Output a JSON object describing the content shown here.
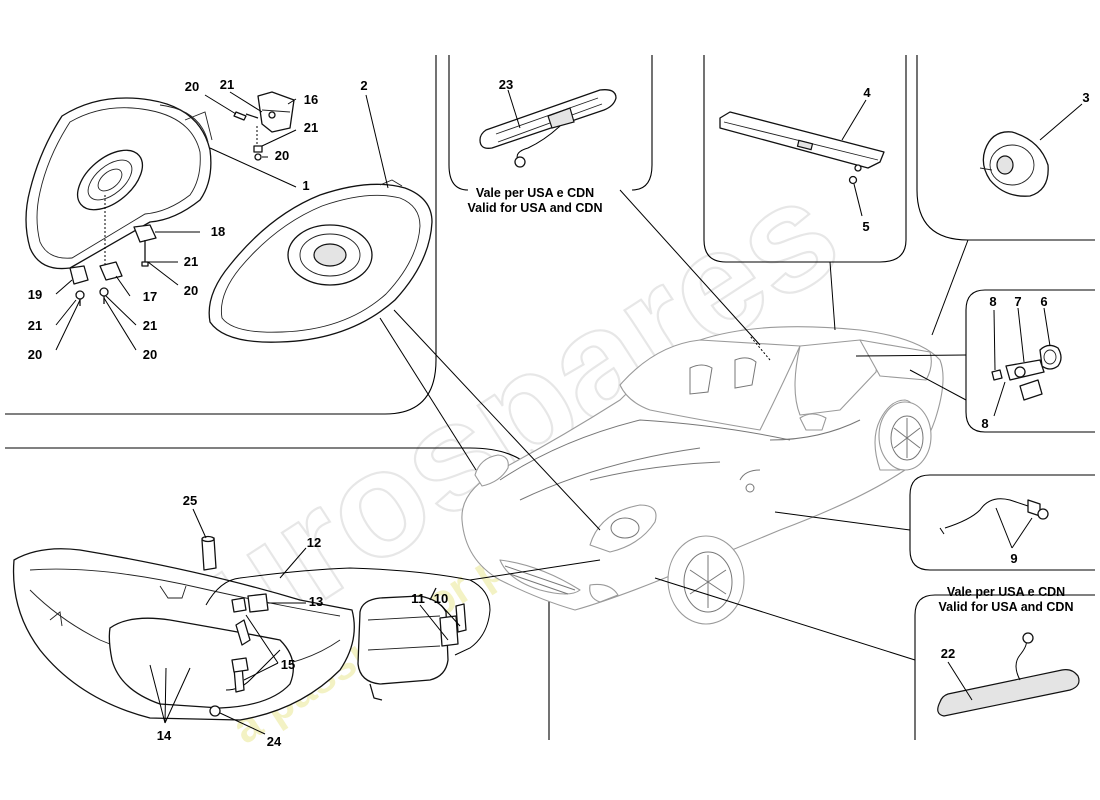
{
  "watermark": {
    "brand": "eurospares",
    "slogan": "a passion for parts since 1985"
  },
  "notes": {
    "usa_it": "Vale per USA e CDN",
    "usa_en": "Valid for USA and CDN"
  },
  "callouts": {
    "c1": "1",
    "c2": "2",
    "c3": "3",
    "c4": "4",
    "c5": "5",
    "c6": "6",
    "c7": "7",
    "c8a": "8",
    "c8b": "8",
    "c9": "9",
    "c10": "10",
    "c11": "11",
    "c12": "12",
    "c13": "13",
    "c14": "14",
    "c15": "15",
    "c16": "16",
    "c17": "17",
    "c18": "18",
    "c19": "19",
    "c20a": "20",
    "c20b": "20",
    "c20c": "20",
    "c20d": "20",
    "c20e": "20",
    "c21a": "21",
    "c21b": "21",
    "c21c": "21",
    "c21d": "21",
    "c21e": "21",
    "c22": "22",
    "c23": "23",
    "c24": "24",
    "c25": "25"
  }
}
